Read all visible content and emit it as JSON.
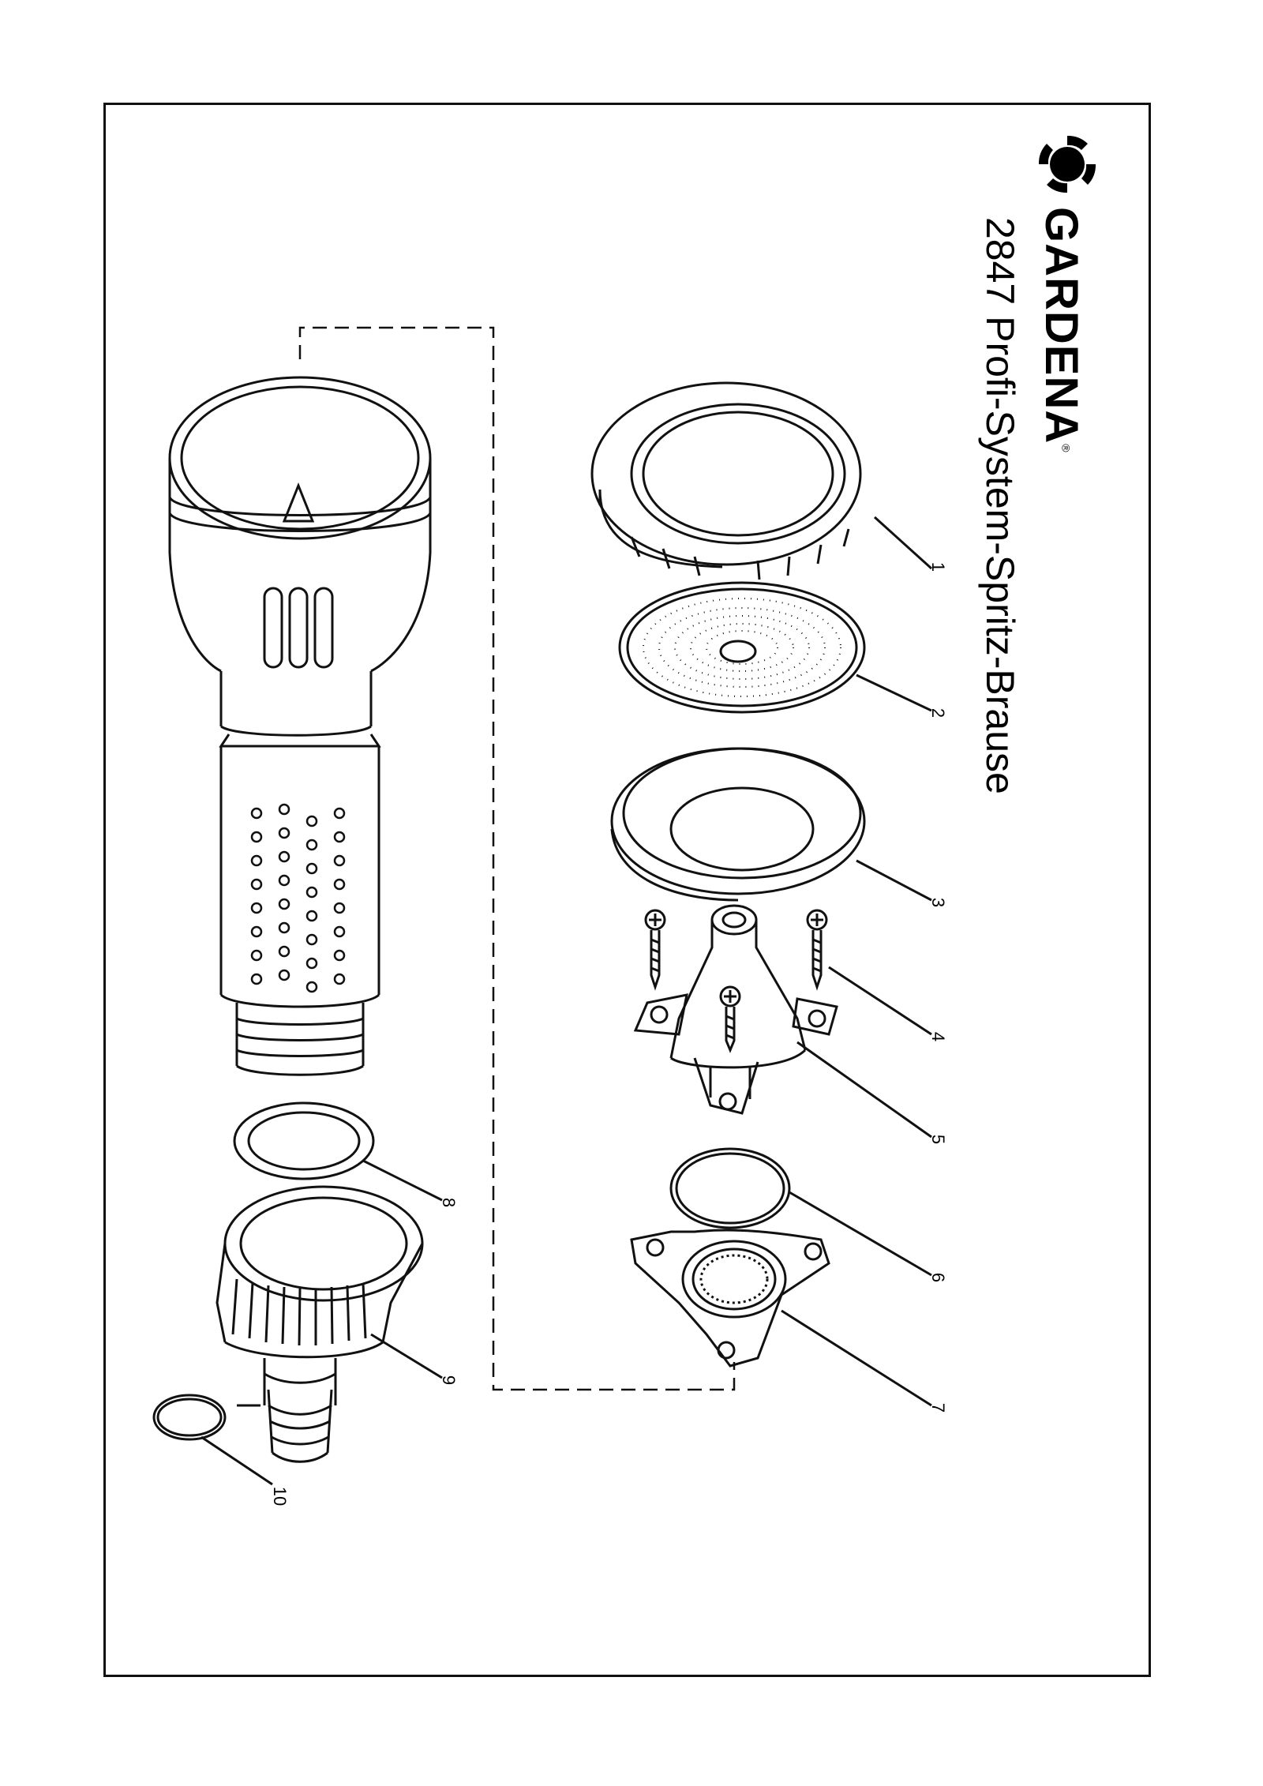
{
  "brand": {
    "name": "GARDENA",
    "registered": "®"
  },
  "title": "2847 Profi-System-Spritz-Brause",
  "parts": [
    {
      "id": "part-1",
      "number": "1"
    },
    {
      "id": "part-2",
      "number": "2"
    },
    {
      "id": "part-3",
      "number": "3"
    },
    {
      "id": "part-4",
      "number": "4"
    },
    {
      "id": "part-5",
      "number": "5"
    },
    {
      "id": "part-6",
      "number": "6"
    },
    {
      "id": "part-7",
      "number": "7"
    },
    {
      "id": "part-8",
      "number": "8"
    },
    {
      "id": "part-9",
      "number": "9"
    },
    {
      "id": "part-10",
      "number": "10"
    }
  ]
}
